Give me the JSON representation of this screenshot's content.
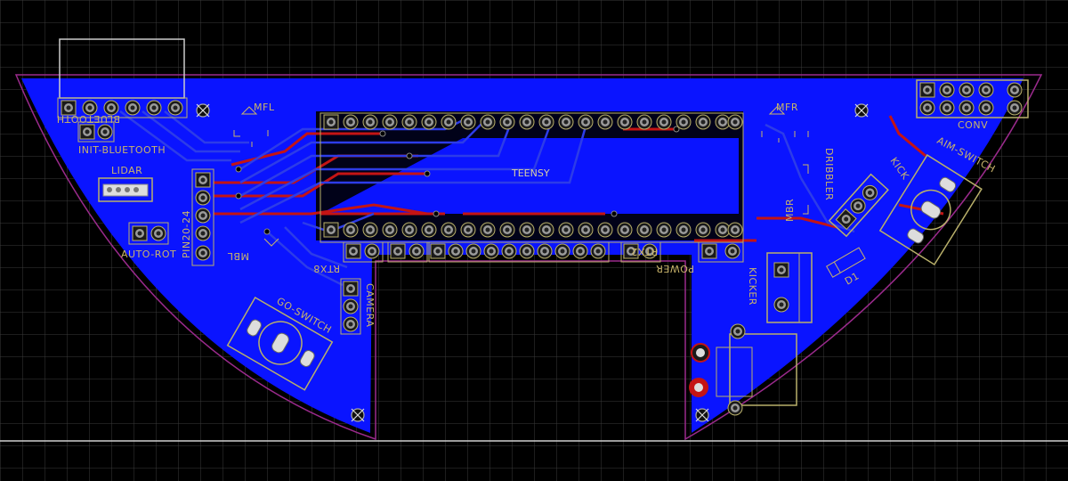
{
  "labels": {
    "bluetooth": "BLUETOOTH",
    "init_bluetooth": "INIT-BLUETOOTH",
    "lidar": "LIDAR",
    "pin20_24": "PIN20-24",
    "auto_rot": "AUTO-ROT",
    "mfl": "MFL",
    "mbl": "MBL",
    "teensy": "TEENSY",
    "mfr": "MFR",
    "dribbler": "DRIBBLER",
    "kick": "KICK",
    "aim_switch": "AIM-SWITCH",
    "conv": "CONV",
    "mbr": "MBR",
    "d1": "D1",
    "kicker": "KICKER",
    "power": "POWER",
    "rtx2": "RTX2",
    "rtx8": "RTX8",
    "camera": "CAMERA",
    "go_switch": "GO-SWITCH"
  },
  "colors": {
    "background": "#000000",
    "grid": "#3a3a3a",
    "copper_fill": "#0a14ff",
    "outline": "#9a2a8c",
    "trace_red": "#c41414",
    "trace_blue": "#2d3ce8",
    "silk": "#c9b46a",
    "pad": "#b9b06a"
  }
}
